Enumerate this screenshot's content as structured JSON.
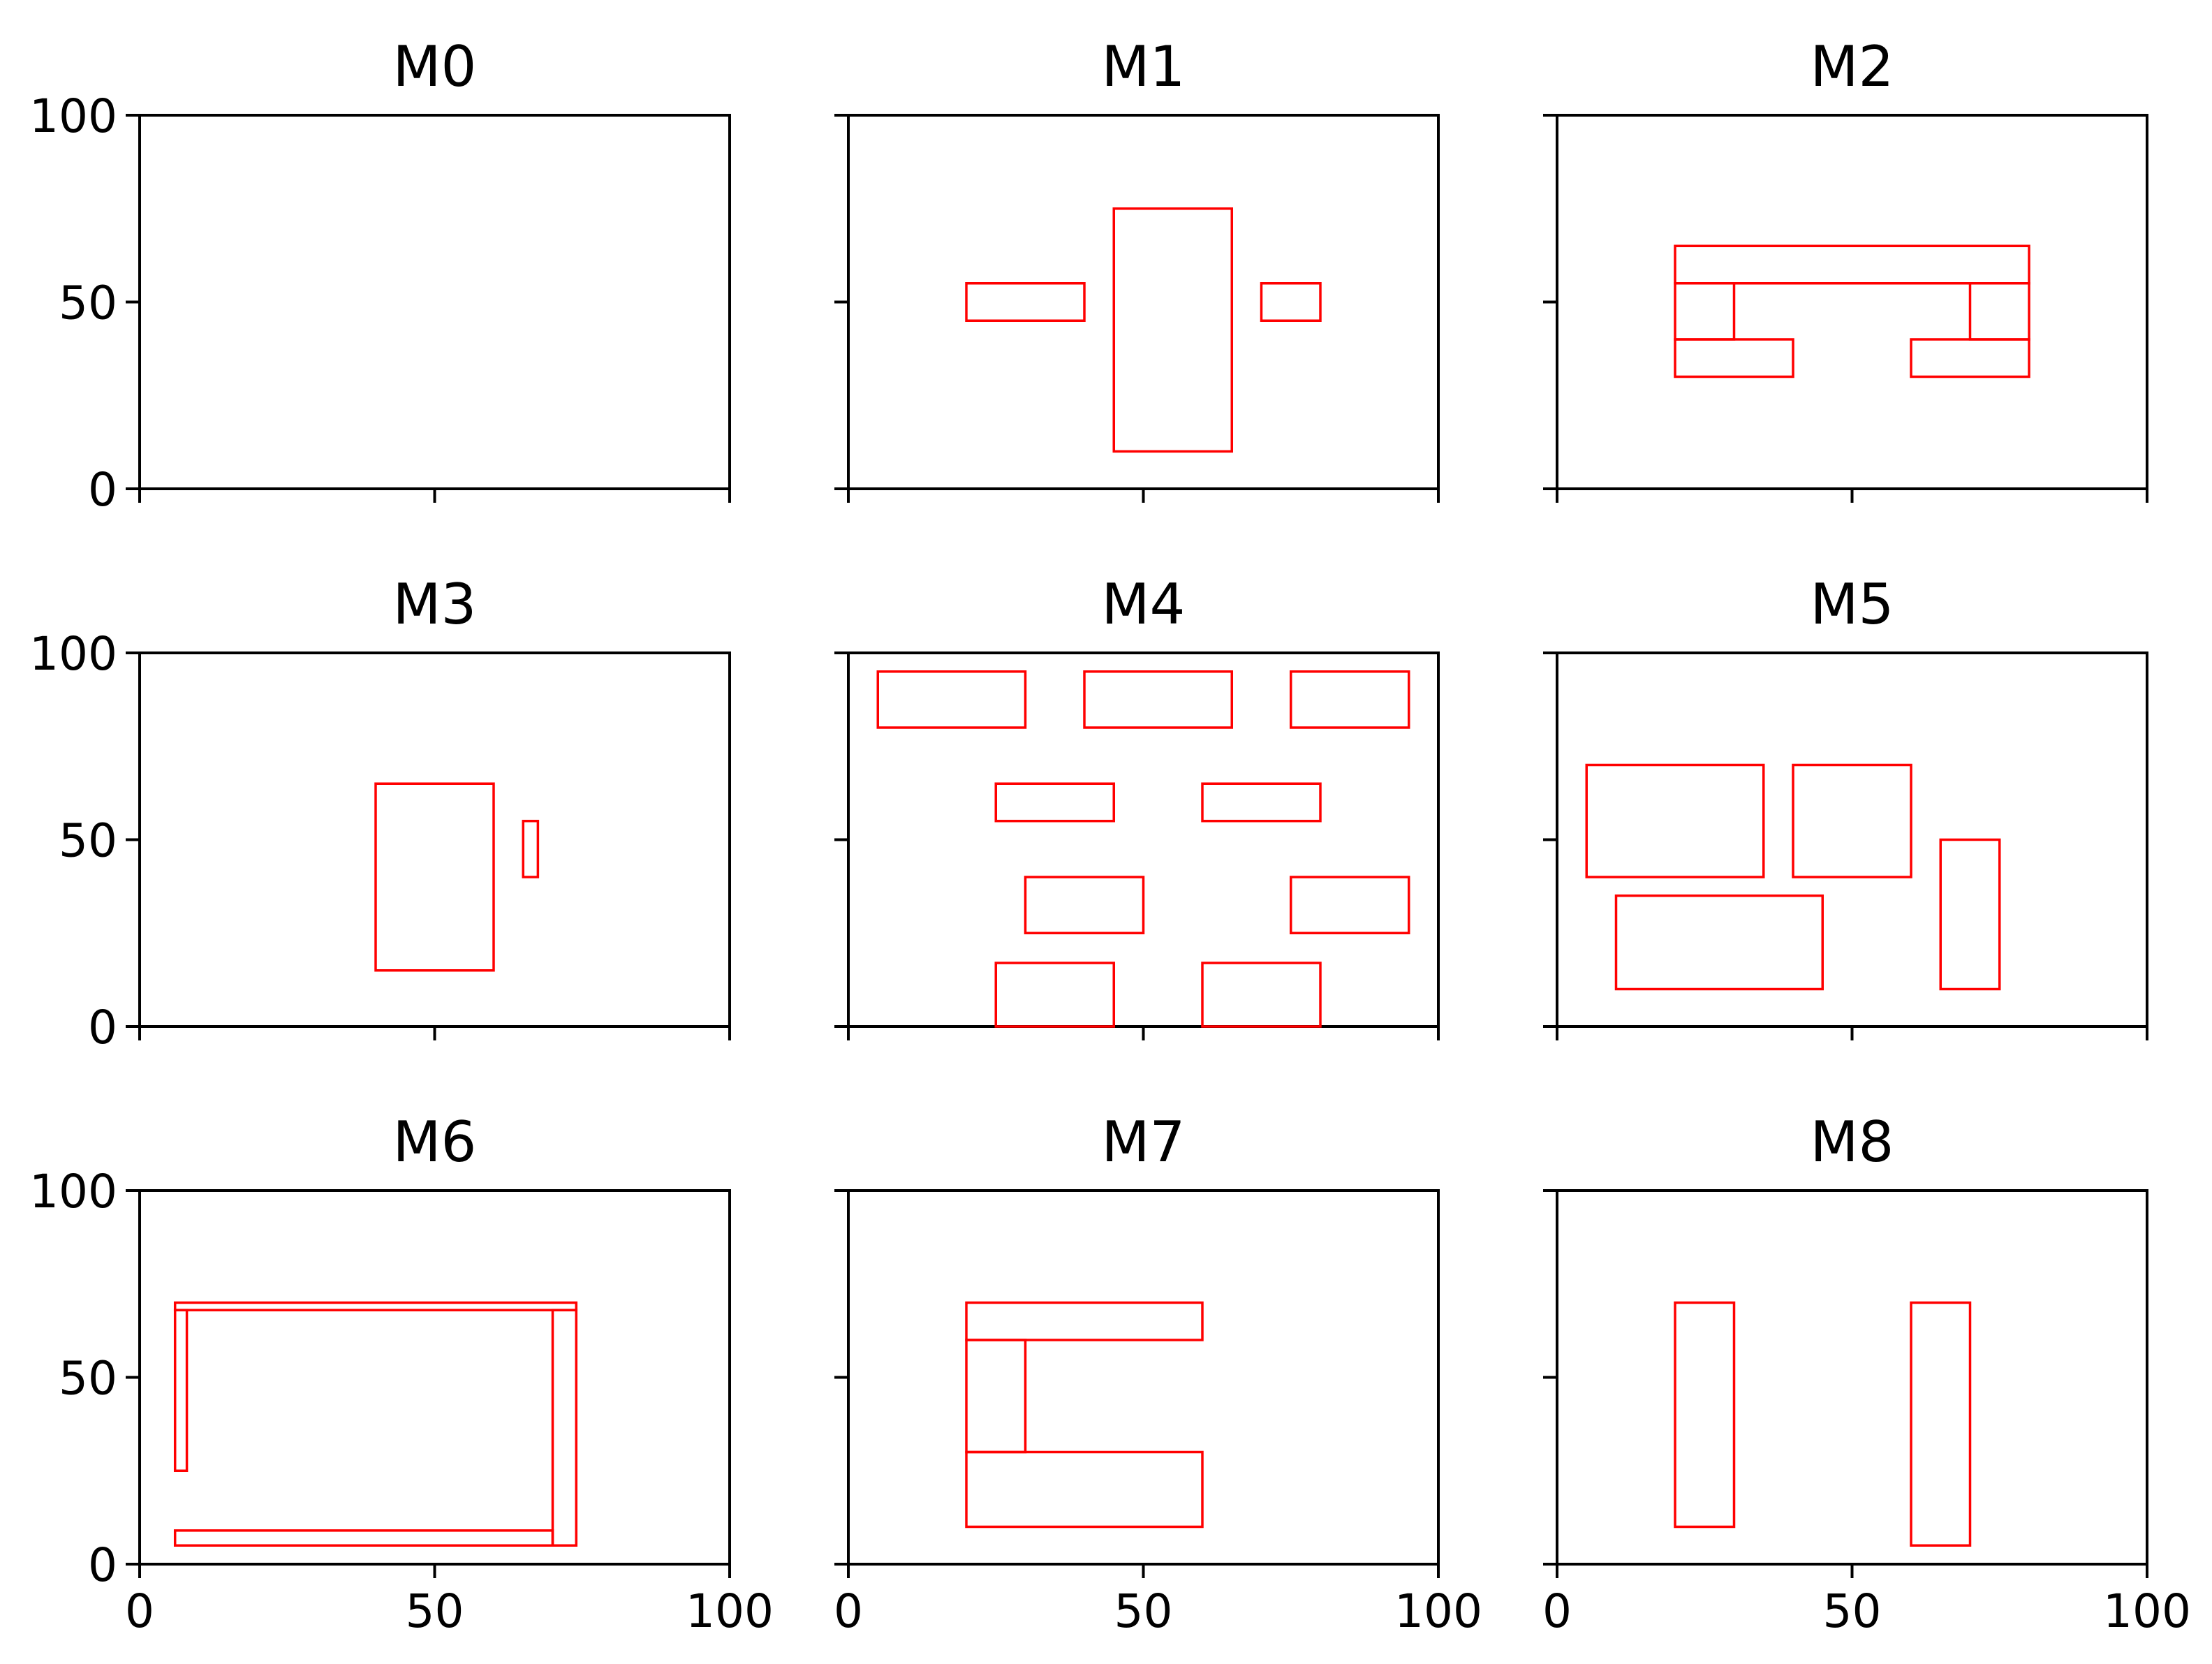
{
  "chart_data": {
    "type": "rect-grid",
    "xlim": [
      0,
      100
    ],
    "ylim": [
      0,
      100
    ],
    "xticks": [
      0,
      50,
      100
    ],
    "yticks": [
      0,
      50,
      100
    ],
    "sharex": true,
    "sharey": true,
    "grid": false,
    "rect_color": "#ff0000",
    "panels": [
      {
        "title": "M0",
        "rects": []
      },
      {
        "title": "M1",
        "rects": [
          [
            20,
            45,
            20,
            10
          ],
          [
            45,
            10,
            20,
            65
          ],
          [
            70,
            45,
            10,
            10
          ]
        ]
      },
      {
        "title": "M2",
        "rects": [
          [
            20,
            55,
            60,
            10
          ],
          [
            20,
            40,
            10,
            15
          ],
          [
            70,
            40,
            10,
            15
          ],
          [
            20,
            30,
            20,
            10
          ],
          [
            60,
            30,
            20,
            10
          ]
        ]
      },
      {
        "title": "M3",
        "rects": [
          [
            40,
            15,
            20,
            50
          ],
          [
            65,
            40,
            2.5,
            15
          ]
        ]
      },
      {
        "title": "M4",
        "rects": [
          [
            5,
            80,
            25,
            15
          ],
          [
            40,
            80,
            25,
            15
          ],
          [
            75,
            80,
            20,
            15
          ],
          [
            25,
            55,
            20,
            10
          ],
          [
            60,
            55,
            20,
            10
          ],
          [
            30,
            25,
            20,
            15
          ],
          [
            75,
            25,
            20,
            15
          ],
          [
            25,
            0,
            20,
            17
          ],
          [
            60,
            0,
            20,
            17
          ]
        ]
      },
      {
        "title": "M5",
        "rects": [
          [
            5,
            40,
            30,
            30
          ],
          [
            40,
            40,
            20,
            30
          ],
          [
            65,
            10,
            10,
            40
          ],
          [
            10,
            10,
            35,
            25
          ]
        ]
      },
      {
        "title": "M6",
        "rects": [
          [
            6,
            68,
            68,
            2
          ],
          [
            6,
            25,
            2,
            43
          ],
          [
            70,
            5,
            4,
            63
          ],
          [
            6,
            5,
            64,
            4
          ]
        ]
      },
      {
        "title": "M7",
        "rects": [
          [
            20,
            60,
            40,
            10
          ],
          [
            20,
            30,
            10,
            30
          ],
          [
            20,
            10,
            40,
            20
          ]
        ]
      },
      {
        "title": "M8",
        "rects": [
          [
            20,
            10,
            10,
            60
          ],
          [
            60,
            5,
            10,
            65
          ]
        ]
      }
    ]
  }
}
